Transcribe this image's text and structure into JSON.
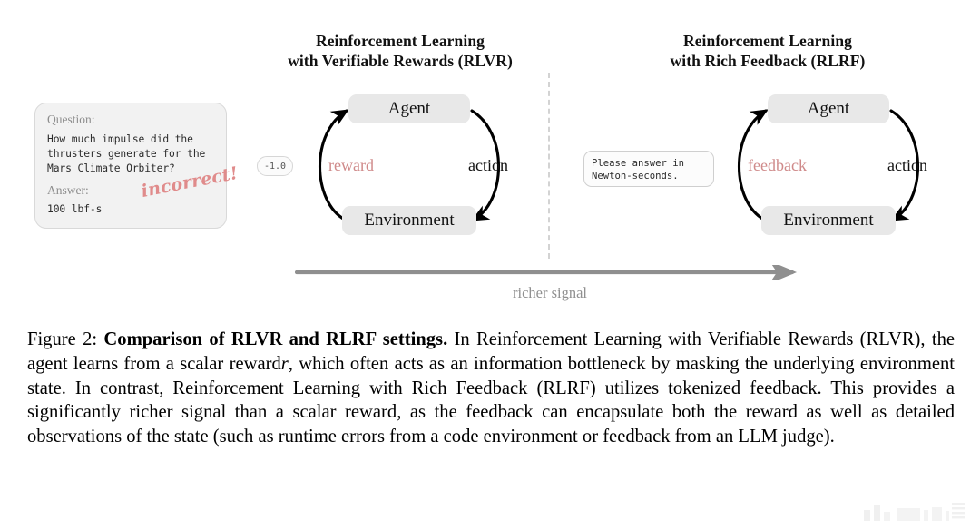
{
  "headings": {
    "rlvr": {
      "line1": "Reinforcement Learning",
      "line2": "with Verifiable Rewards (RLVR)"
    },
    "rlrf": {
      "line1": "Reinforcement Learning",
      "line2": "with Rich Feedback (RLRF)"
    }
  },
  "question_card": {
    "question_label": "Question:",
    "question_text": "How much impulse did the\nthrusters generate for the\nMars Climate Orbiter?",
    "answer_label": "Answer:",
    "answer_text": "100 lbf-s",
    "stamp": "incorrect!"
  },
  "reward_pill": {
    "value": "-1.0"
  },
  "feedback_box": {
    "text": "Please answer in\nNewton-seconds."
  },
  "cycle_rlvr": {
    "agent": "Agent",
    "environment": "Environment",
    "left_label": "reward",
    "right_label": "action"
  },
  "cycle_rlrf": {
    "agent": "Agent",
    "environment": "Environment",
    "left_label": "feedback",
    "right_label": "action"
  },
  "axis": {
    "label": "richer signal"
  },
  "caption": {
    "figure_number": "Figure 2:",
    "bold_title": "Comparison of RLVR and RLRF settings.",
    "body_part1": "In Reinforcement Learning with Verifiable Rewards (RLVR), the agent learns from a scalar reward",
    "math_symbol": "r",
    "body_part2": ", which often acts as an information bottleneck by masking the underlying environment state. In contrast, Reinforcement Learning with Rich Feedback (RLRF) utilizes tokenized feedback. This provides a significantly richer signal than a scalar reward, as the feedback can encapsulate both the reward as well as detailed observations of the state (such as runtime errors from a code environment or feedback from an LLM judge)."
  },
  "colors": {
    "reward_text": "#cf8a8a",
    "stamp": "#e08b8b",
    "node_box": "#e8e8e8",
    "arrow_gray": "#8f8f8f",
    "divider": "#d3d3d3"
  }
}
